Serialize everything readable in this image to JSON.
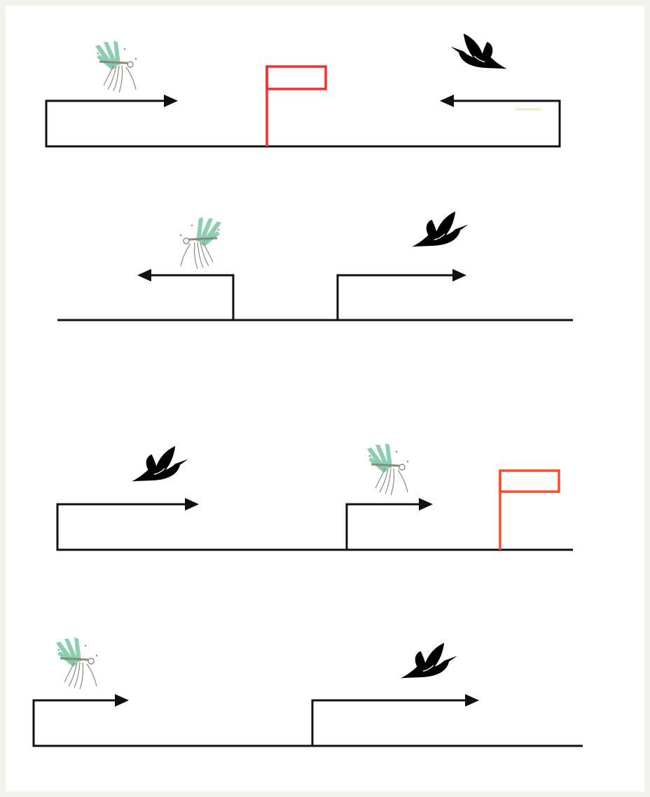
{
  "colors": {
    "page_background": "#f3f2ec",
    "canvas_background": "#ffffff",
    "line": "#111111",
    "flag_top": "#ff2a2a",
    "flag_bottom": "#ff4a2a",
    "mosquito_wings": "#7fc9a8",
    "mosquito_body": "#8a8a7a",
    "bird": "#000000",
    "bird_eye_line": "#ffffff",
    "stray_mark": "#f3e6c0"
  },
  "icons": {
    "mosquito": "mosquito-icon",
    "bird": "hummingbird-icon",
    "flag": "flag-icon",
    "arrow": "arrow-head-icon"
  },
  "diagram": {
    "panels": [
      {
        "id": "panel-1",
        "elements": [
          "mosquito-icon",
          "rightward-arrow",
          "flag-icon",
          "leftward-arrow",
          "hummingbird-icon"
        ]
      },
      {
        "id": "panel-2",
        "elements": [
          "mosquito-icon",
          "leftward-arrow",
          "rightward-arrow",
          "hummingbird-icon"
        ]
      },
      {
        "id": "panel-3",
        "elements": [
          "hummingbird-icon",
          "rightward-arrow",
          "mosquito-icon",
          "rightward-arrow",
          "flag-icon"
        ]
      },
      {
        "id": "panel-4",
        "elements": [
          "mosquito-icon",
          "rightward-arrow",
          "rightward-arrow",
          "hummingbird-icon"
        ]
      }
    ]
  }
}
